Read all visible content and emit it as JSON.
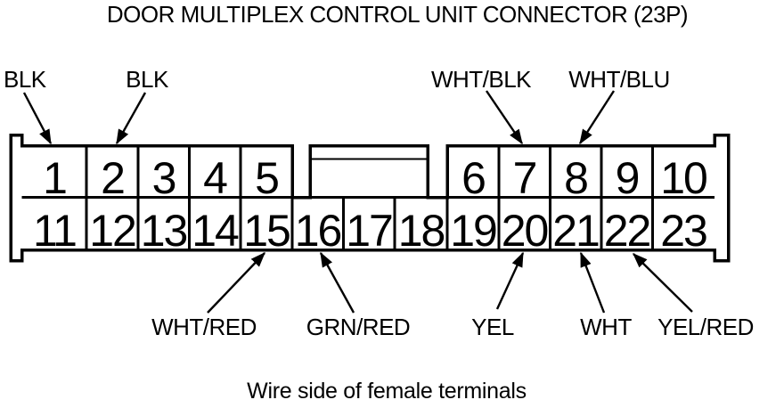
{
  "title": "DOOR MULTIPLEX CONTROL UNIT CONNECTOR (23P)",
  "caption": "Wire side of female terminals",
  "connector": {
    "top_pins": [
      "1",
      "2",
      "3",
      "4",
      "5",
      "6",
      "7",
      "8",
      "9",
      "10"
    ],
    "bottom_pins": [
      "11",
      "12",
      "13",
      "14",
      "15",
      "16",
      "17",
      "18",
      "19",
      "20",
      "21",
      "22",
      "23"
    ]
  },
  "wire_labels": {
    "top": [
      {
        "label": "BLK",
        "pin": "1"
      },
      {
        "label": "BLK",
        "pin": "2"
      },
      {
        "label": "WHT/BLK",
        "pin": "7"
      },
      {
        "label": "WHT/BLU",
        "pin": "8"
      }
    ],
    "bottom": [
      {
        "label": "WHT/RED",
        "pin": "15"
      },
      {
        "label": "GRN/RED",
        "pin": "16"
      },
      {
        "label": "YEL",
        "pin": "20"
      },
      {
        "label": "WHT",
        "pin": "21"
      },
      {
        "label": "YEL/RED",
        "pin": "22"
      }
    ]
  },
  "colors": {
    "line": "#000000",
    "background": "#ffffff"
  }
}
